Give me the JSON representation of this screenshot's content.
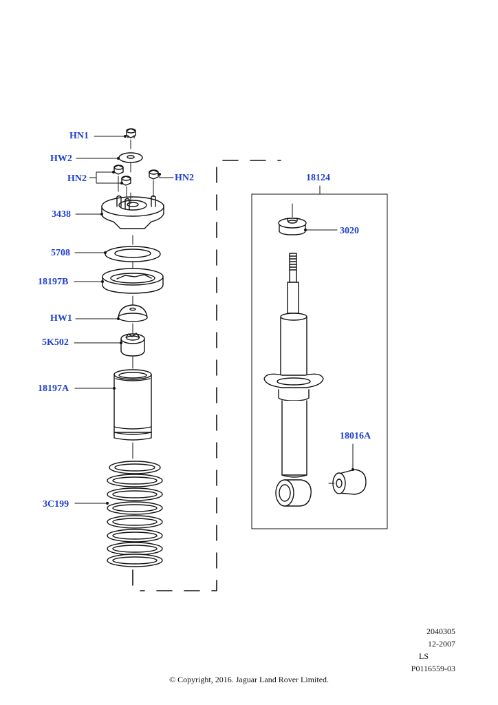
{
  "callouts": {
    "hn1": "HN1",
    "hw2": "HW2",
    "hn2_left": "HN2",
    "hn2_right": "HN2",
    "p3438": "3438",
    "p5708": "5708",
    "p18197b": "18197B",
    "hw1": "HW1",
    "p5k502": "5K502",
    "p18197a": "18197A",
    "p3c199": "3C199",
    "p18124": "18124",
    "p3020": "3020",
    "p18016a": "18016A"
  },
  "reference": {
    "number": "2040305",
    "date": "12-2007",
    "model": "LS",
    "drawing_id": "P0116559-03"
  },
  "copyright": "© Copyright, 2016. Jaguar Land Rover Limited.",
  "colors": {
    "callout": "#1f3fd0",
    "line": "#111111"
  }
}
